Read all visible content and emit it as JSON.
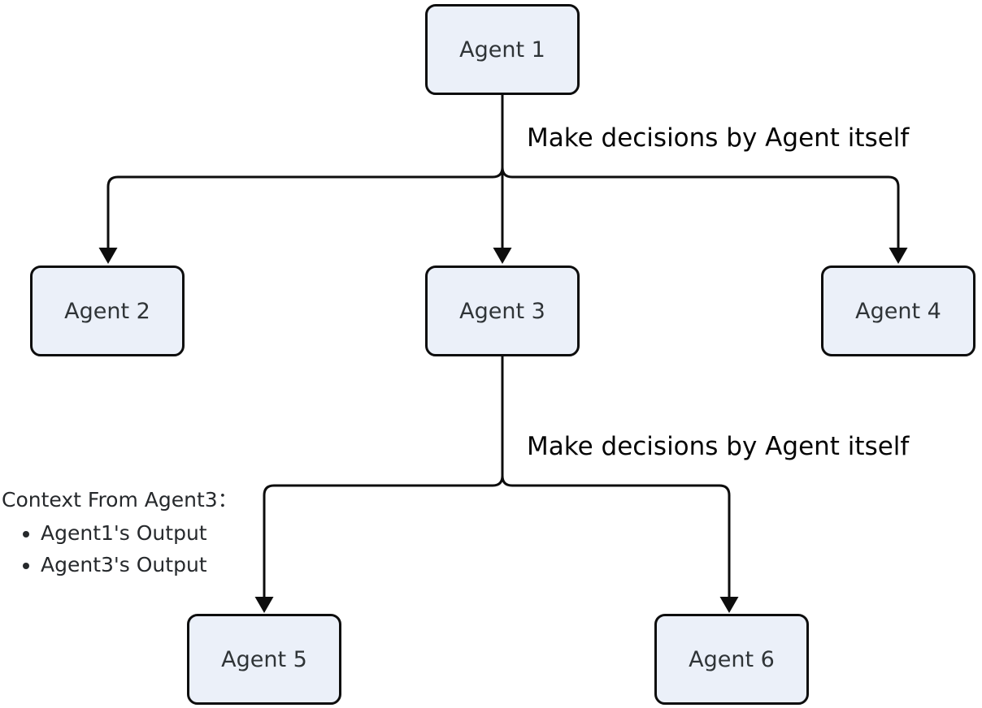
{
  "diagram": {
    "nodes": [
      {
        "id": "agent-1",
        "label": "Agent 1"
      },
      {
        "id": "agent-2",
        "label": "Agent 2"
      },
      {
        "id": "agent-3",
        "label": "Agent 3"
      },
      {
        "id": "agent-4",
        "label": "Agent 4"
      },
      {
        "id": "agent-5",
        "label": "Agent 5"
      },
      {
        "id": "agent-6",
        "label": "Agent 6"
      }
    ],
    "edges": [
      {
        "from": "agent-1",
        "to": "agent-2"
      },
      {
        "from": "agent-1",
        "to": "agent-3"
      },
      {
        "from": "agent-1",
        "to": "agent-4"
      },
      {
        "from": "agent-3",
        "to": "agent-5"
      },
      {
        "from": "agent-3",
        "to": "agent-6"
      }
    ],
    "edge_labels": [
      {
        "text": "Make decisions by Agent itself"
      },
      {
        "text": "Make decisions by Agent itself"
      }
    ],
    "context_note": {
      "title": "Context From Agent3：",
      "items": [
        "Agent1's Output",
        "Agent3's Output"
      ]
    },
    "colors": {
      "node_fill": "#EBF0F9",
      "node_border": "#0D0D0D",
      "node_text": "#2F3437",
      "connector": "#0D0D0D",
      "label_text": "#050505",
      "note_text": "#26292C"
    }
  }
}
